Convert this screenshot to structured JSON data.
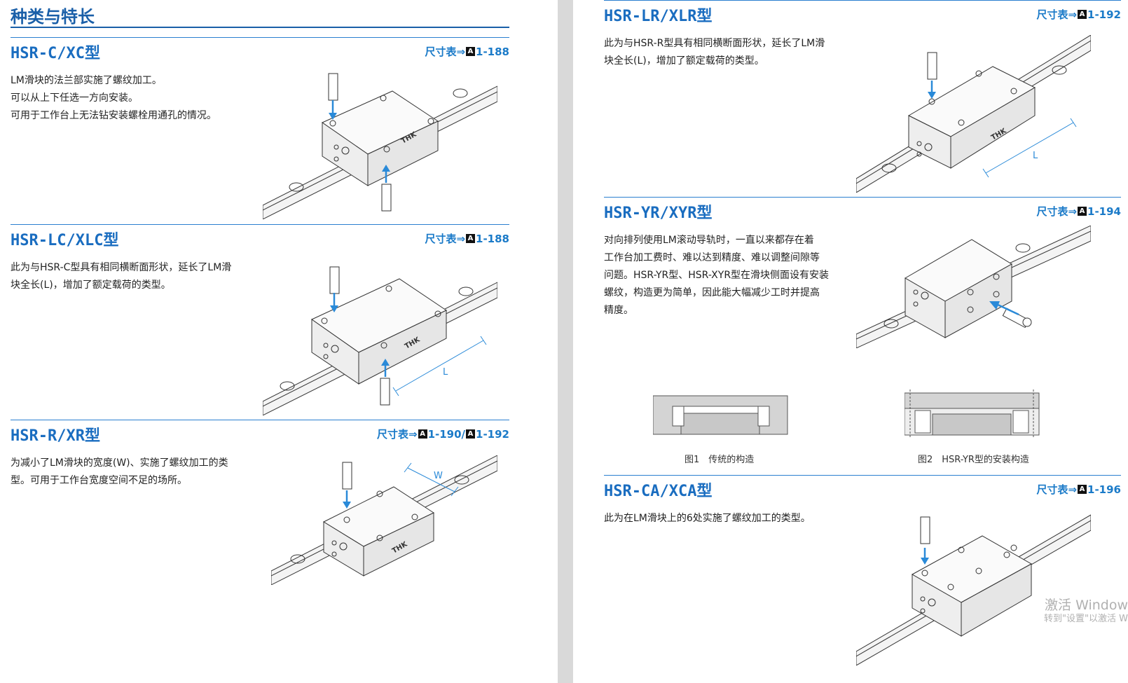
{
  "left_page": {
    "chapter_title": "种类与特长",
    "sections": [
      {
        "title": "HSR-C/XC型",
        "ref": {
          "label": "尺寸表⇒",
          "marker": "A",
          "page": "1-188"
        },
        "lines": [
          "LM滑块的法兰部实施了螺纹加工。",
          "可以从上下任选一方向安装。",
          "可用于工作台上无法钻安装螺栓用通孔的情况。"
        ]
      },
      {
        "title": "HSR-LC/XLC型",
        "ref": {
          "label": "尺寸表⇒",
          "marker": "A",
          "page": "1-188"
        },
        "lines": [
          "此为与HSR-C型具有相同横断面形状，延长了LM滑",
          "块全长(L)，增加了额定载荷的类型。"
        ],
        "dim_label": "L"
      },
      {
        "title": "HSR-R/XR型",
        "ref": {
          "label": "尺寸表⇒",
          "marker": "A",
          "page": "1-190/",
          "marker2": "A",
          "page2": "1-192"
        },
        "lines": [
          "为减小了LM滑块的宽度(W)、实施了螺纹加工的类",
          "型。可用于工作台宽度空间不足的场所。"
        ],
        "dim_label": "W"
      }
    ]
  },
  "right_page": {
    "sections": [
      {
        "title": "HSR-LR/XLR型",
        "ref": {
          "label": "尺寸表⇒",
          "marker": "A",
          "page": "1-192"
        },
        "lines": [
          "此为与HSR-R型具有相同横断面形状，延长了LM滑",
          "块全长(L)，增加了额定载荷的类型。"
        ],
        "dim_label": "L"
      },
      {
        "title": "HSR-YR/XYR型",
        "ref": {
          "label": "尺寸表⇒",
          "marker": "A",
          "page": "1-194"
        },
        "lines": [
          "对向排列使用LM滚动导轨时，一直以来都存在着",
          "工作台加工费时、难以达到精度、难以调整间隙等",
          "问题。HSR-YR型、HSR-XYR型在滑块侧面设有安装",
          "螺纹，构造更为简单，因此能大幅减少工时并提高",
          "精度。"
        ],
        "figure_captions": [
          "图1　传统的构造",
          "图2　HSR-YR型的安装构造"
        ]
      },
      {
        "title": "HSR-CA/XCA型",
        "ref": {
          "label": "尺寸表⇒",
          "marker": "A",
          "page": "1-196"
        },
        "lines": [
          "此为在LM滑块上的6处实施了螺纹加工的类型。"
        ]
      }
    ],
    "brand_mark": "THK"
  },
  "watermark": {
    "line1": "激活 Window",
    "line2": "转到\"设置\"以激活 W"
  },
  "colors": {
    "heading": "#1a6dc0",
    "rule": "#2a7fd0",
    "ref": "#1a7ac8",
    "arrow": "#2a8ad8"
  }
}
